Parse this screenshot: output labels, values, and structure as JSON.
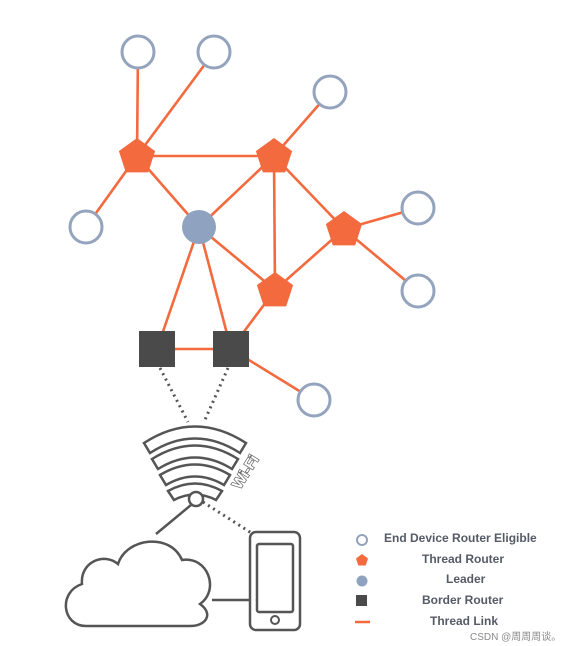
{
  "diagram": {
    "wifi_label": "Wi-Fi",
    "nodes": [
      {
        "id": "ed1",
        "type": "end-device"
      },
      {
        "id": "ed2",
        "type": "end-device"
      },
      {
        "id": "ed3",
        "type": "end-device"
      },
      {
        "id": "ed4",
        "type": "end-device"
      },
      {
        "id": "ed5",
        "type": "end-device"
      },
      {
        "id": "ed6",
        "type": "end-device"
      },
      {
        "id": "ed7",
        "type": "end-device"
      },
      {
        "id": "r1",
        "type": "thread-router"
      },
      {
        "id": "r2",
        "type": "thread-router"
      },
      {
        "id": "r3",
        "type": "thread-router"
      },
      {
        "id": "r4",
        "type": "thread-router"
      },
      {
        "id": "leader",
        "type": "leader"
      },
      {
        "id": "br1",
        "type": "border-router"
      },
      {
        "id": "br2",
        "type": "border-router"
      }
    ],
    "thread_links": [
      [
        "r1",
        "ed1"
      ],
      [
        "r1",
        "ed2"
      ],
      [
        "r1",
        "ed3"
      ],
      [
        "r1",
        "r2"
      ],
      [
        "r1",
        "leader"
      ],
      [
        "r2",
        "ed4"
      ],
      [
        "r2",
        "leader"
      ],
      [
        "r2",
        "r3"
      ],
      [
        "r2",
        "r4"
      ],
      [
        "r3",
        "ed5"
      ],
      [
        "r3",
        "ed6"
      ],
      [
        "r3",
        "r4"
      ],
      [
        "leader",
        "r4"
      ],
      [
        "leader",
        "br1"
      ],
      [
        "leader",
        "br2"
      ],
      [
        "r4",
        "br2"
      ],
      [
        "br1",
        "br2"
      ],
      [
        "br2",
        "ed7"
      ]
    ]
  },
  "legend": {
    "items": [
      {
        "label": "End Device Router Eligible",
        "symbol": "end-device"
      },
      {
        "label": "Thread Router",
        "symbol": "thread-router"
      },
      {
        "label": "Leader",
        "symbol": "leader"
      },
      {
        "label": "Border Router",
        "symbol": "border-router"
      },
      {
        "label": "Thread Link",
        "symbol": "thread-link"
      }
    ]
  },
  "watermark": "CSDN @周周周谈。",
  "colors": {
    "thread": "#f26a3d",
    "leader": "#8fa3c0",
    "end_device_stroke": "#93a4bc",
    "border_router": "#4a4a4a",
    "outline": "#555555",
    "legend_text": "#555a66"
  }
}
